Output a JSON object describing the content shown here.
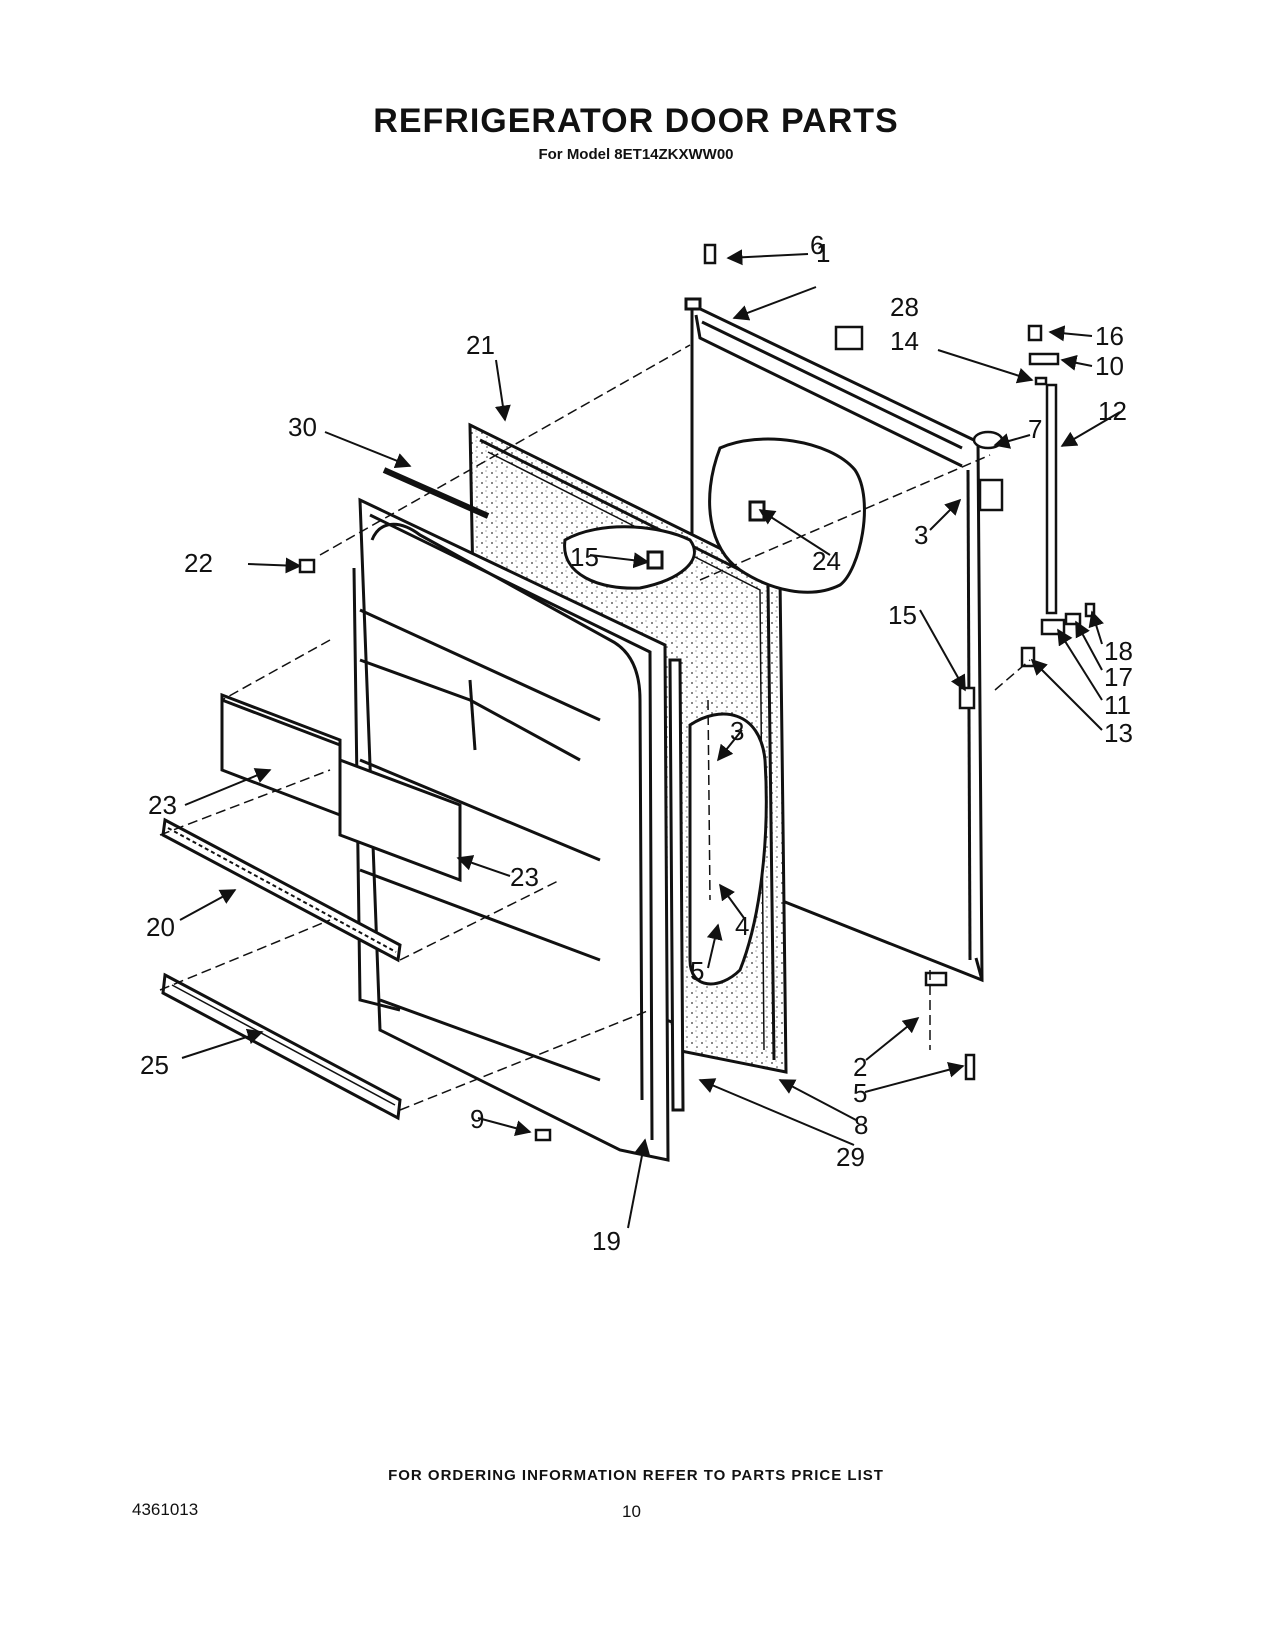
{
  "header": {
    "title": "REFRIGERATOR DOOR PARTS",
    "subtitle": "For Model 8ET14ZKXWW00"
  },
  "callouts": {
    "c1": "1",
    "c2": "2",
    "c3a": "3",
    "c3b": "3",
    "c4": "4",
    "c5a": "5",
    "c5b": "5",
    "c6": "6",
    "c7": "7",
    "c8": "8",
    "c9": "9",
    "c10": "10",
    "c11": "11",
    "c12": "12",
    "c13": "13",
    "c14": "14",
    "c15a": "15",
    "c15b": "15",
    "c16": "16",
    "c17": "17",
    "c18": "18",
    "c19": "19",
    "c20": "20",
    "c21": "21",
    "c22": "22",
    "c23a": "23",
    "c23b": "23",
    "c24": "24",
    "c25": "25",
    "c28": "28",
    "c29": "29",
    "c30": "30"
  },
  "footer": {
    "ordering_note": "FOR ORDERING INFORMATION REFER TO PARTS PRICE LIST",
    "doc_number": "4361013",
    "page_number": "10"
  }
}
